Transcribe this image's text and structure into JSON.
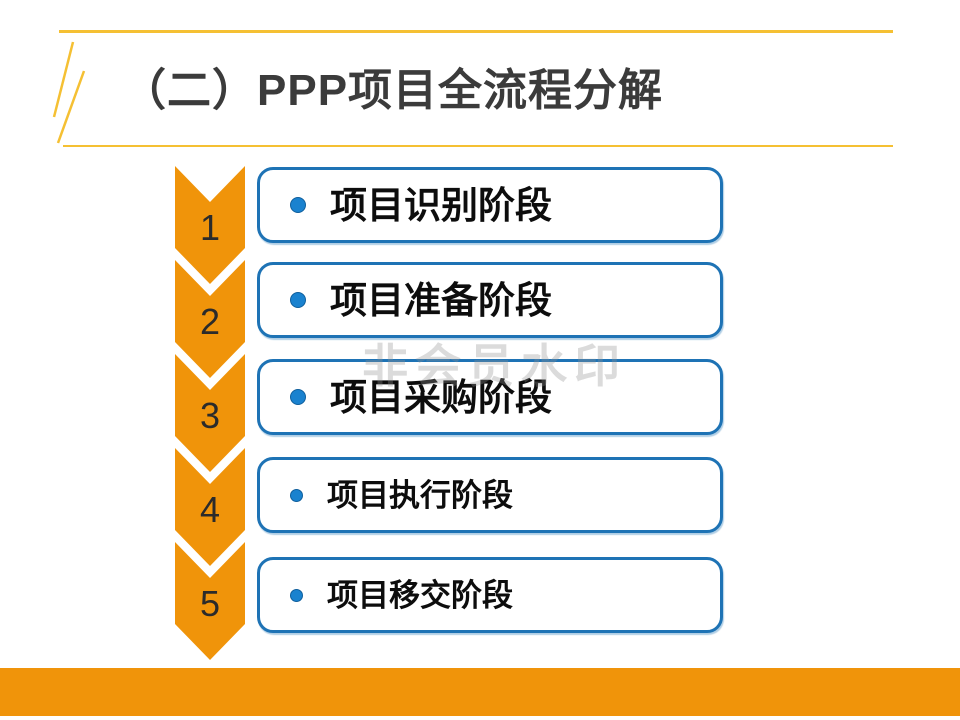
{
  "slide": {
    "title": "（二）PPP项目全流程分解",
    "watermark": "非会员水印",
    "steps": [
      {
        "number": "1",
        "label": "项目识别阶段"
      },
      {
        "number": "2",
        "label": "项目准备阶段"
      },
      {
        "number": "3",
        "label": "项目采购阶段"
      },
      {
        "number": "4",
        "label": "项目执行阶段"
      },
      {
        "number": "5",
        "label": "项目移交阶段"
      }
    ],
    "colors": {
      "chevron_orange": "#F0940A",
      "footer_orange": "#F0940A",
      "gold_accent": "#F5C033",
      "box_border_blue": "#1E73B5",
      "bullet_blue": "#1A82CF",
      "title_gray": "#3B3B3B",
      "number_dark": "#2B2B2B",
      "watermark_gray": "#E2E2E2"
    }
  }
}
